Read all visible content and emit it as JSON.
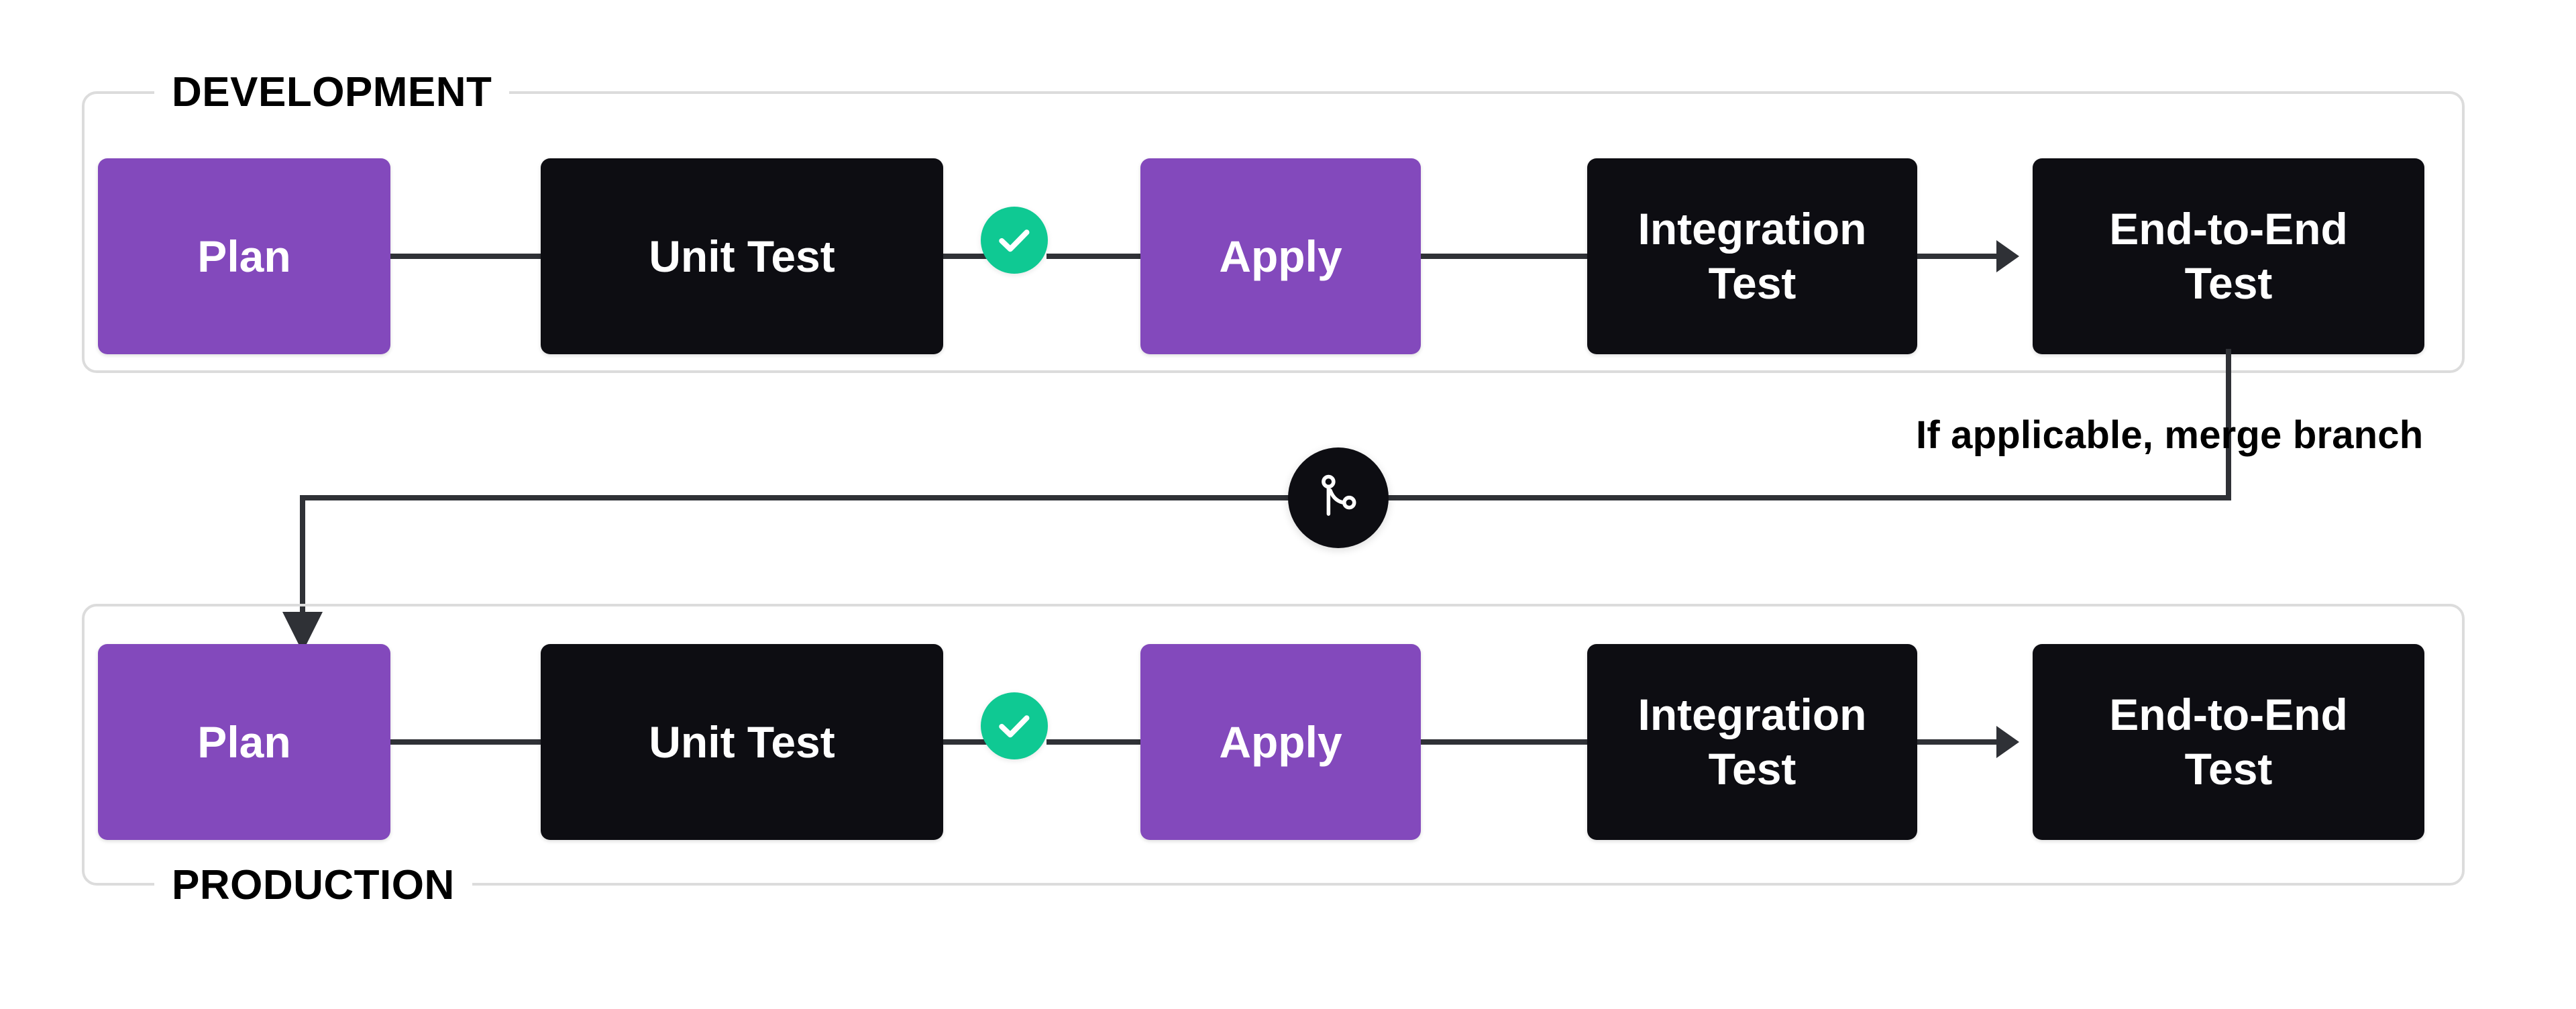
{
  "diagram": {
    "title": "Terraform pipeline: development and production stages",
    "colors": {
      "purple": "#8349BC",
      "dark": "#0D0D12",
      "green": "#0FC993",
      "connector": "#2f3136",
      "group_border": "#dcdcdc",
      "background": "#ffffff"
    },
    "groups": [
      {
        "id": "development",
        "legend": "DEVELOPMENT",
        "legend_position": "top-left",
        "nodes": [
          {
            "id": "plan",
            "label": "Plan",
            "style": "purple"
          },
          {
            "id": "unit-test",
            "label": "Unit Test",
            "style": "dark"
          },
          {
            "id": "apply",
            "label": "Apply",
            "style": "purple"
          },
          {
            "id": "integration",
            "label": "Integration\nTest",
            "line1": "Integration",
            "line2": "Test",
            "style": "dark"
          },
          {
            "id": "e2e",
            "label": "End-to-End\nTest",
            "line1": "End-to-End",
            "line2": "Test",
            "style": "dark"
          }
        ],
        "gate": {
          "id": "approval-gate",
          "icon": "check-circle-icon",
          "state": "passed"
        }
      },
      {
        "id": "production",
        "legend": "PRODUCTION",
        "legend_position": "bottom-left",
        "nodes": [
          {
            "id": "plan",
            "label": "Plan",
            "style": "purple"
          },
          {
            "id": "unit-test",
            "label": "Unit Test",
            "style": "dark"
          },
          {
            "id": "apply",
            "label": "Apply",
            "style": "purple"
          },
          {
            "id": "integration",
            "label": "Integration\nTest",
            "line1": "Integration",
            "line2": "Test",
            "style": "dark"
          },
          {
            "id": "e2e",
            "label": "End-to-End\nTest",
            "line1": "End-to-End",
            "line2": "Test",
            "style": "dark"
          }
        ],
        "gate": {
          "id": "approval-gate",
          "icon": "check-circle-icon",
          "state": "passed"
        }
      }
    ],
    "merge_flow": {
      "label": "If applicable, merge branch",
      "icon": "git-branch-icon",
      "from": "development.e2e",
      "to": "production.plan"
    }
  }
}
